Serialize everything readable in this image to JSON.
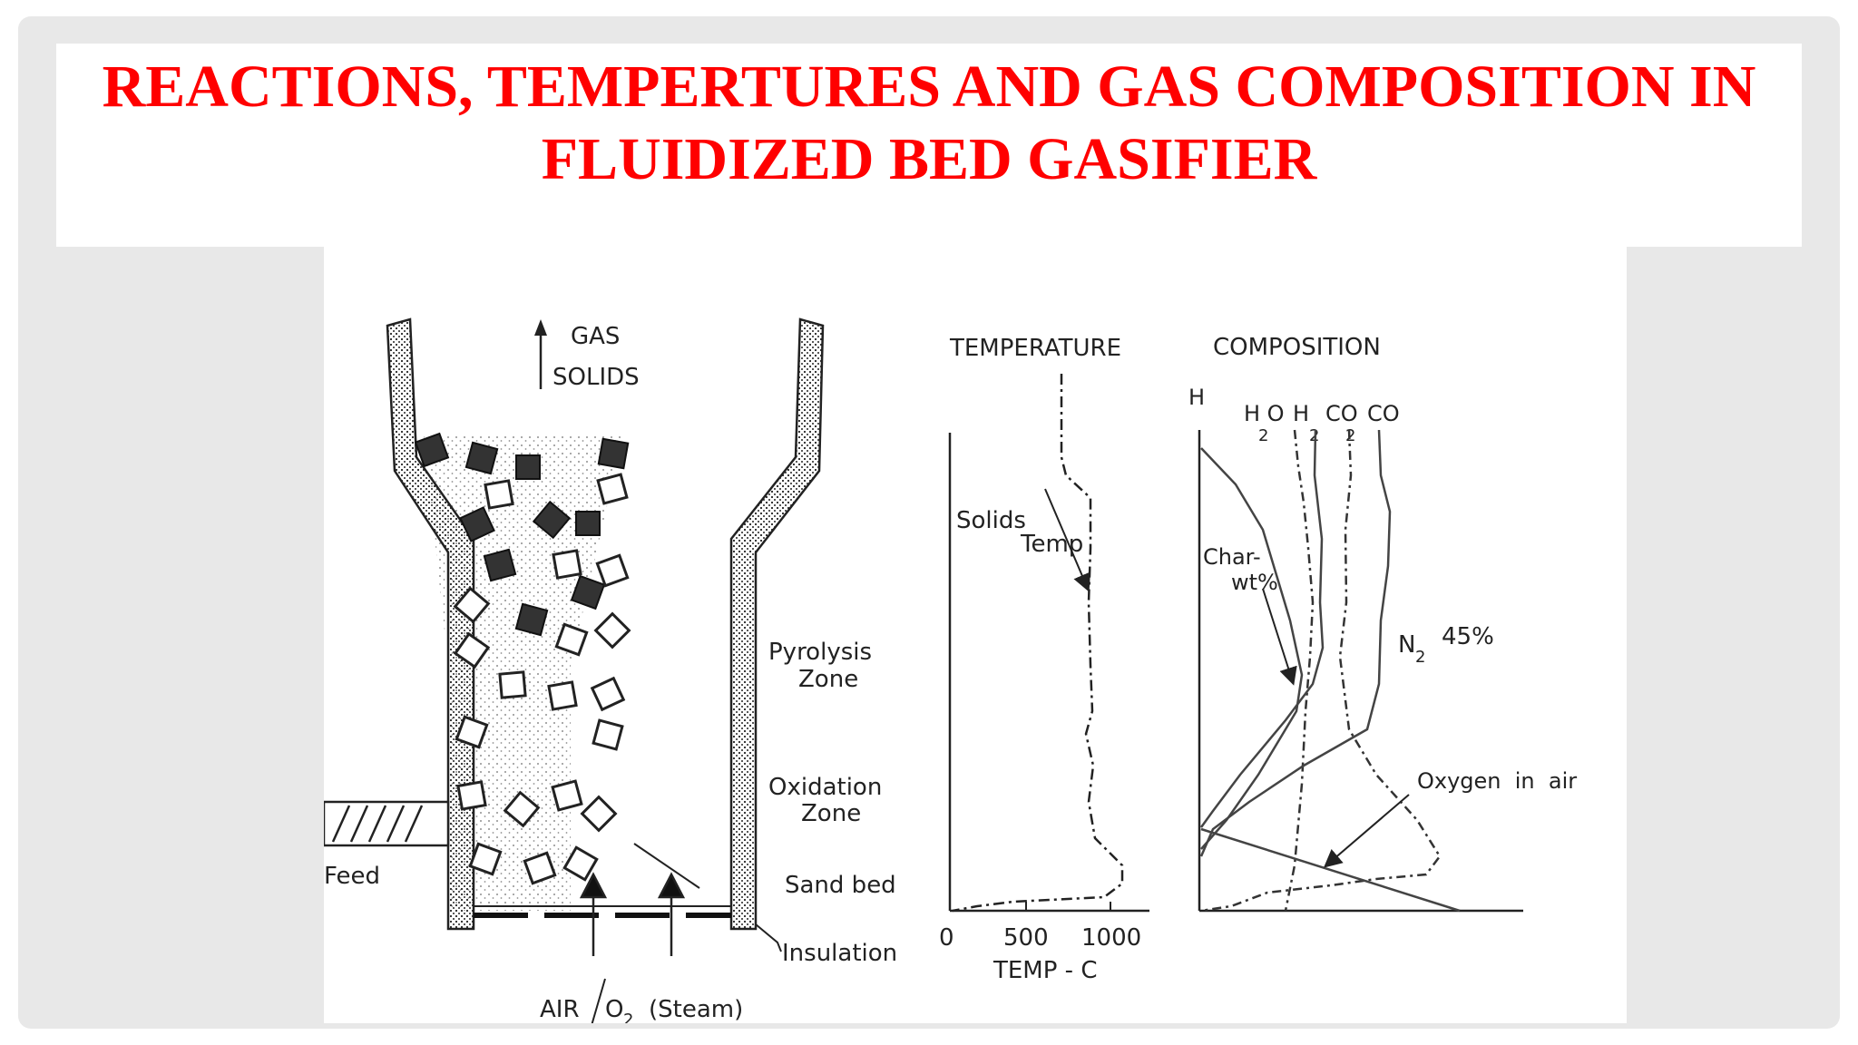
{
  "slide": {
    "title_line1": "REACTIONS, TEMPERTURES AND GAS COMPOSITION IN",
    "title_line2": "FLUIDIZED BED GASIFIER",
    "title_color": "#ff0000"
  },
  "diagram": {
    "gasifier": {
      "gas_label": "GAS",
      "solids_label": "SOLIDS",
      "pyrolysis_zone_line1": "Pyrolysis",
      "pyrolysis_zone_line2": "Zone",
      "oxidation_zone_line1": "Oxidation",
      "oxidation_zone_line2": "Zone",
      "sand_bed_label": "Sand bed",
      "insulation_label": "Insulation",
      "feed_label": "Feed",
      "air_label_part1": "AIR",
      "air_label_o": "O",
      "air_label_sub": "2",
      "air_label_part2": "(Steam)"
    },
    "temperature_plot": {
      "heading": "TEMPERATURE",
      "curve_label_line1": "Solids",
      "curve_label_line2": "Temp",
      "axis_title": "TEMP - C",
      "tick_labels": [
        "0",
        "500",
        "1000"
      ]
    },
    "composition_plot": {
      "heading": "COMPOSITION",
      "h_label": "H",
      "h2o_label": "H O",
      "h2o_sub": "2",
      "h2_label": "H",
      "h2_sub": "2",
      "co2_label": "CO",
      "co2_sub": "2",
      "co_label": "CO",
      "char_label_line1": "Char-",
      "char_label_line2": "wt%",
      "n2_label": "N",
      "n2_sub": "2",
      "n2_value": "45%",
      "oxygen_label": "Oxygen  in  air"
    }
  }
}
